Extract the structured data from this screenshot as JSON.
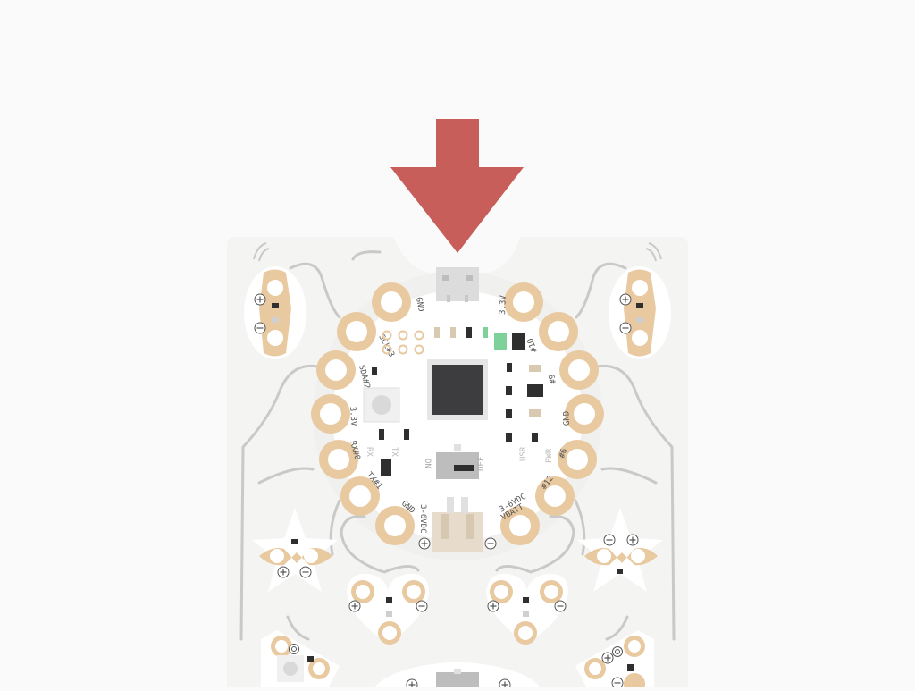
{
  "colors": {
    "arrow": "#c85e5a",
    "copper": "#e8c9a0",
    "board": "#f3f3f2",
    "chip": "#3d3d40",
    "led_green": "#7fd19a",
    "wire": "#c9c9c9"
  },
  "icons": {
    "arrow": "arrow-down-icon",
    "plus": "plus-icon",
    "minus": "minus-icon"
  },
  "pads": [
    {
      "label": "GND"
    },
    {
      "label": "SCL#3"
    },
    {
      "label": "SDA#2"
    },
    {
      "label": "3.3V"
    },
    {
      "label": "RX#0"
    },
    {
      "label": "TX#1"
    },
    {
      "label": "GND"
    },
    {
      "label": "3-6VDC"
    },
    {
      "label": "3.3V"
    },
    {
      "label": "#10"
    },
    {
      "label": "#9"
    },
    {
      "label": "GND"
    },
    {
      "label": "#6"
    },
    {
      "label": "#12"
    },
    {
      "label": "3-6VDC"
    },
    {
      "label": "VBATT"
    }
  ],
  "board_labels": {
    "rx": "RX",
    "tx": "TX",
    "on": "ON",
    "off": "OFF",
    "usr": "USR",
    "pwr": "PWR"
  }
}
